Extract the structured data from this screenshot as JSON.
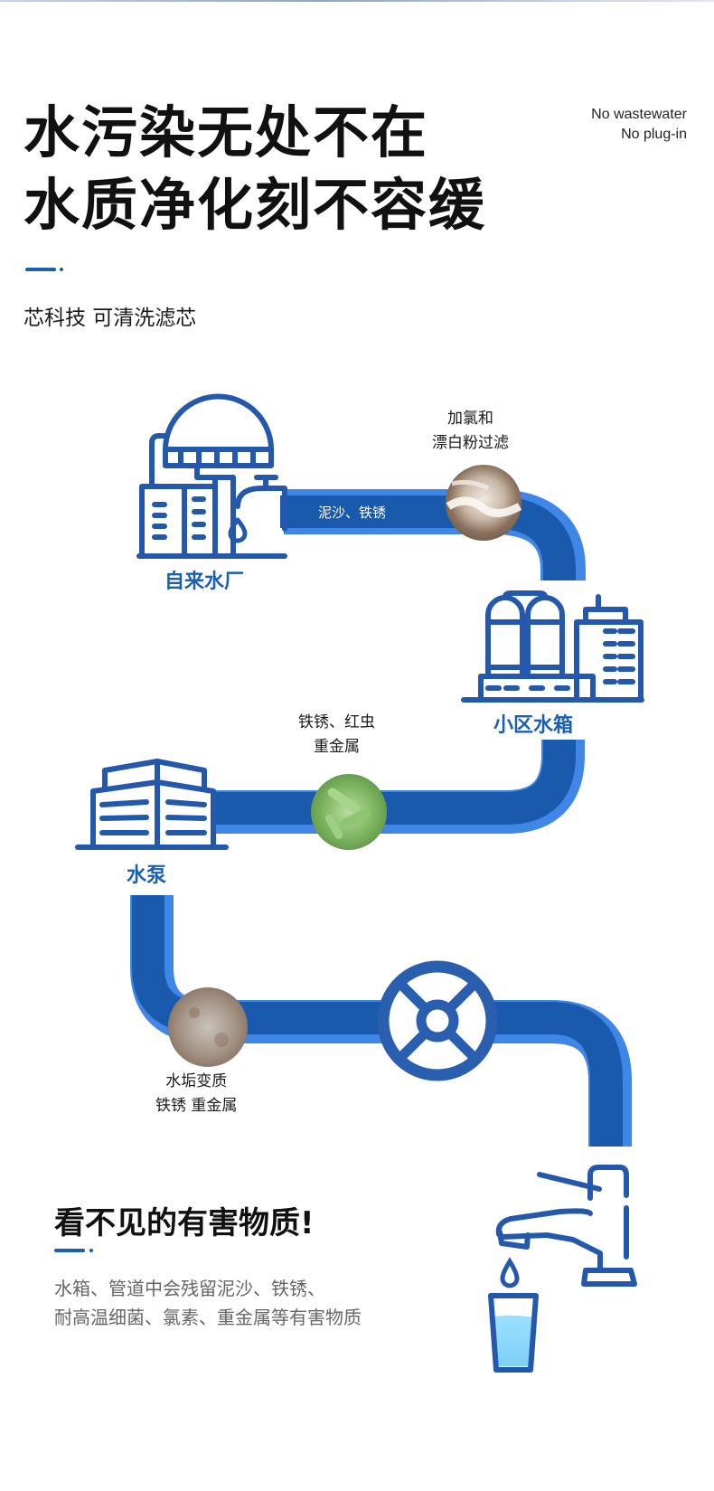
{
  "header": {
    "title_line1": "水污染无处不在",
    "title_line2": "水质净化刻不容缓",
    "tagline_line1": "No wastewater",
    "tagline_line2": "No plug-in",
    "subtitle": "芯科技 可清洗滤芯"
  },
  "flow": {
    "stations": [
      {
        "name": "自来水厂",
        "icon": "water-plant-icon"
      },
      {
        "name": "小区水箱",
        "icon": "community-water-tank-icon"
      },
      {
        "name": "水泵",
        "icon": "water-pump-building-icon"
      }
    ],
    "pipe_label": "泥沙、铁锈",
    "contaminants": [
      {
        "line1": "加氯和",
        "line2": "漂白粉过滤",
        "image": "foam-sediment-photo"
      },
      {
        "line1": "铁锈、红虫",
        "line2": "重金属",
        "image": "green-bacteria-photo"
      },
      {
        "line1": "水垢变质",
        "line2": "铁锈 重金属",
        "image": "scale-rust-photo"
      }
    ],
    "valve_icon": "valve-wheel-icon",
    "tap_icon": "faucet-icon",
    "glass_icon": "water-glass-icon"
  },
  "bottom": {
    "title": "看不见的有害物质!",
    "desc_line1": "水箱、管道中会残留泥沙、铁锈、",
    "desc_line2": "耐高温细菌、氯素、重金属等有害物质"
  },
  "colors": {
    "brand_blue": "#1c5eb0",
    "pipe_core": "#1a5aad",
    "pipe_edge": "#3f86e6",
    "water": "#8fd8fb"
  }
}
